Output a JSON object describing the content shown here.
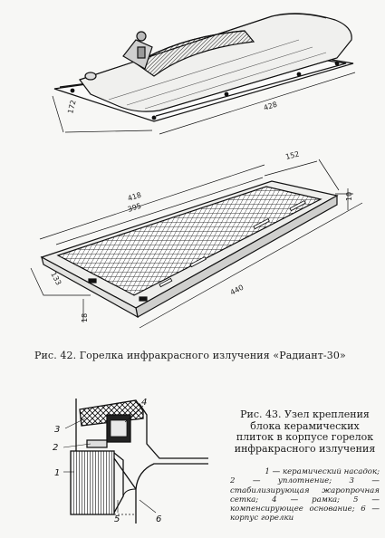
{
  "figure42": {
    "caption": "Рис. 42. Горелка инфракрасного излучения «Радиант-30»",
    "dims_top": {
      "depth": "172",
      "length": "428"
    },
    "dims_bottom": {
      "width": "152",
      "outer_length": "418",
      "inner_length": "395",
      "height": "10",
      "base_width": "133",
      "base_length": "440",
      "foot": "18"
    }
  },
  "figure43": {
    "caption": "Рис. 43. Узел крепления блока керамических плиток в корпусе горелок инфракрасного излучения",
    "labels": [
      "1",
      "2",
      "3",
      "4",
      "5",
      "6"
    ],
    "legend": [
      "1 — керамический насадок;",
      "2 — уплотнение; 3 — стабилизирующая жаропрочная сетка; 4 — рамка; 5 — компенсирующее основание; 6 — корпус горелки"
    ]
  }
}
